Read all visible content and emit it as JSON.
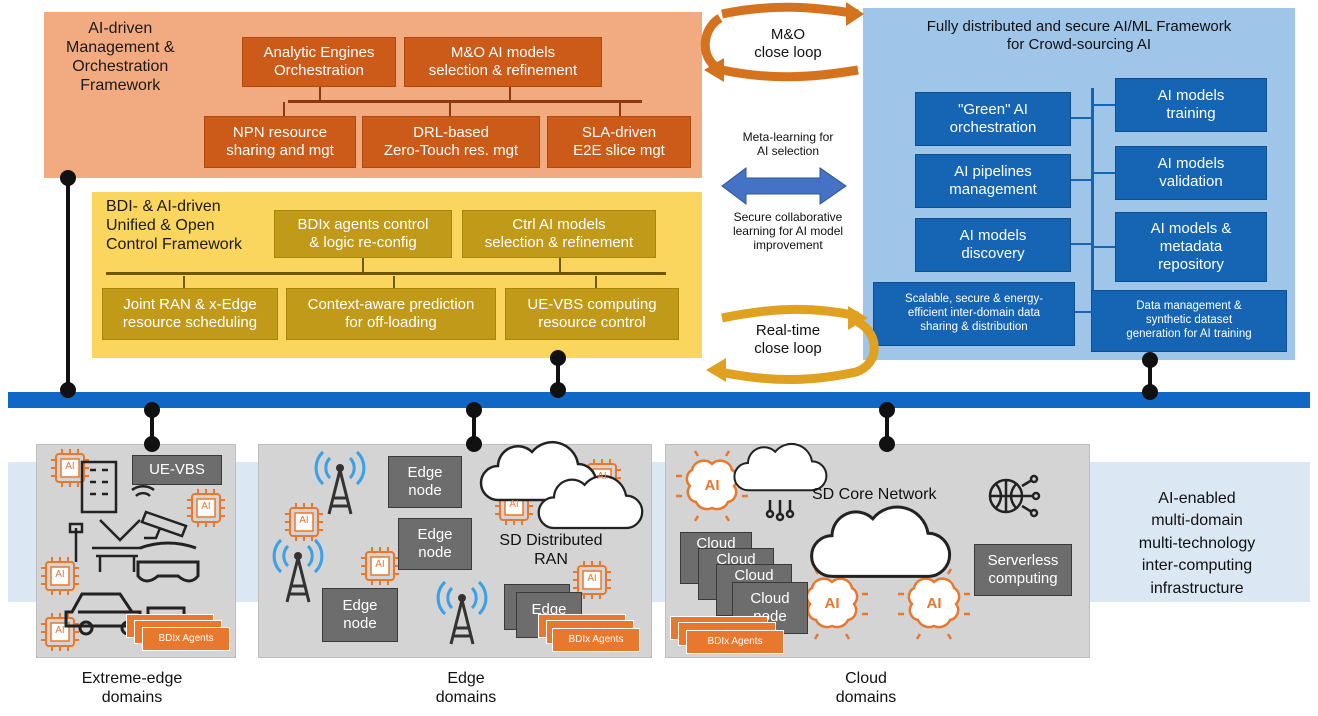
{
  "orange_panel": {
    "title": "AI-driven\nManagement &\nOrchestration\nFramework",
    "boxes": [
      "Analytic Engines\nOrchestration",
      "M&O AI models\nselection & refinement",
      "NPN resource\nsharing and mgt",
      "DRL-based\nZero-Touch  res. mgt",
      "SLA-driven\nE2E slice mgt"
    ]
  },
  "yellow_panel": {
    "title": "BDI- & AI-driven\nUnified & Open\nControl Framework",
    "boxes": [
      "BDIx agents control\n& logic re-config",
      "Ctrl AI models\nselection & refinement",
      "Joint RAN & x-Edge\nresource scheduling",
      "Context-aware prediction\nfor off-loading",
      "UE-VBS computing\nresource control"
    ]
  },
  "blue_panel": {
    "title": "Fully distributed and secure AI/ML Framework\nfor Crowd-sourcing AI",
    "left_boxes": [
      "\"Green\" AI\norchestration",
      "AI pipelines\nmanagement",
      "AI models\ndiscovery",
      "Scalable, secure & energy-\nefficient inter-domain data\nsharing & distribution"
    ],
    "right_boxes": [
      "AI models\ntraining",
      "AI models\nvalidation",
      "AI models &\nmetadata\nrepository",
      "Data management &\nsynthetic dataset\ngeneration for AI training"
    ]
  },
  "center": {
    "mo_loop": "M&O\nclose loop",
    "meta_learning": "Meta-learning for\nAI selection",
    "secure_learning": "Secure collaborative\nlearning for AI model\nimprovement",
    "realtime_loop": "Real-time\nclose loop"
  },
  "domains": {
    "extreme_edge": {
      "ue_vbs": "UE-VBS",
      "agents": "BDIx Agents",
      "caption": "Extreme-edge\ndomains"
    },
    "edge": {
      "nodes": [
        "Edge\nnode",
        "Edge\nnode",
        "Edge\nnode"
      ],
      "stack_node": "Edge",
      "distributed_ran": "SD Distributed\nRAN",
      "agents": "BDIx Agents",
      "caption": "Edge\ndomains"
    },
    "cloud": {
      "core_network": "SD Core Network",
      "cloud_stack": [
        "Cloud",
        "Cloud",
        "Cloud",
        "Cloud\nnode"
      ],
      "serverless": "Serverless\ncomputing",
      "agents": "BDIx Agents",
      "caption": "Cloud\ndomains"
    }
  },
  "infrastructure_label": "AI-enabled\nmulti-domain\nmulti-technology\ninter-computing\ninfrastructure",
  "ai_chip_label": "AI",
  "icons": [
    "ai-chip-icon",
    "building-icon",
    "wifi-icon",
    "cctv-camera-icon",
    "street-lamp-icon",
    "bench-icon",
    "vr-glasses-icon",
    "car-icon",
    "cell-tower-icon",
    "cloud-icon",
    "ai-brain-icon",
    "globe-network-icon"
  ],
  "colors": {
    "orange_panel": "#f2ab80",
    "orange_box": "#cc5a18",
    "yellow_panel": "#fbd65e",
    "yellow_box": "#c09a18",
    "blue_panel": "#9fc5e8",
    "blue_box": "#1565b4",
    "bus": "#1168c4",
    "domain_panel": "#d4d4d4",
    "infra_band": "#dbe7f3",
    "node_box": "#6d6d6d",
    "agent_box": "#e8782e",
    "arrow_orange": "#d4721e",
    "arrow_blue": "#4472c4"
  }
}
